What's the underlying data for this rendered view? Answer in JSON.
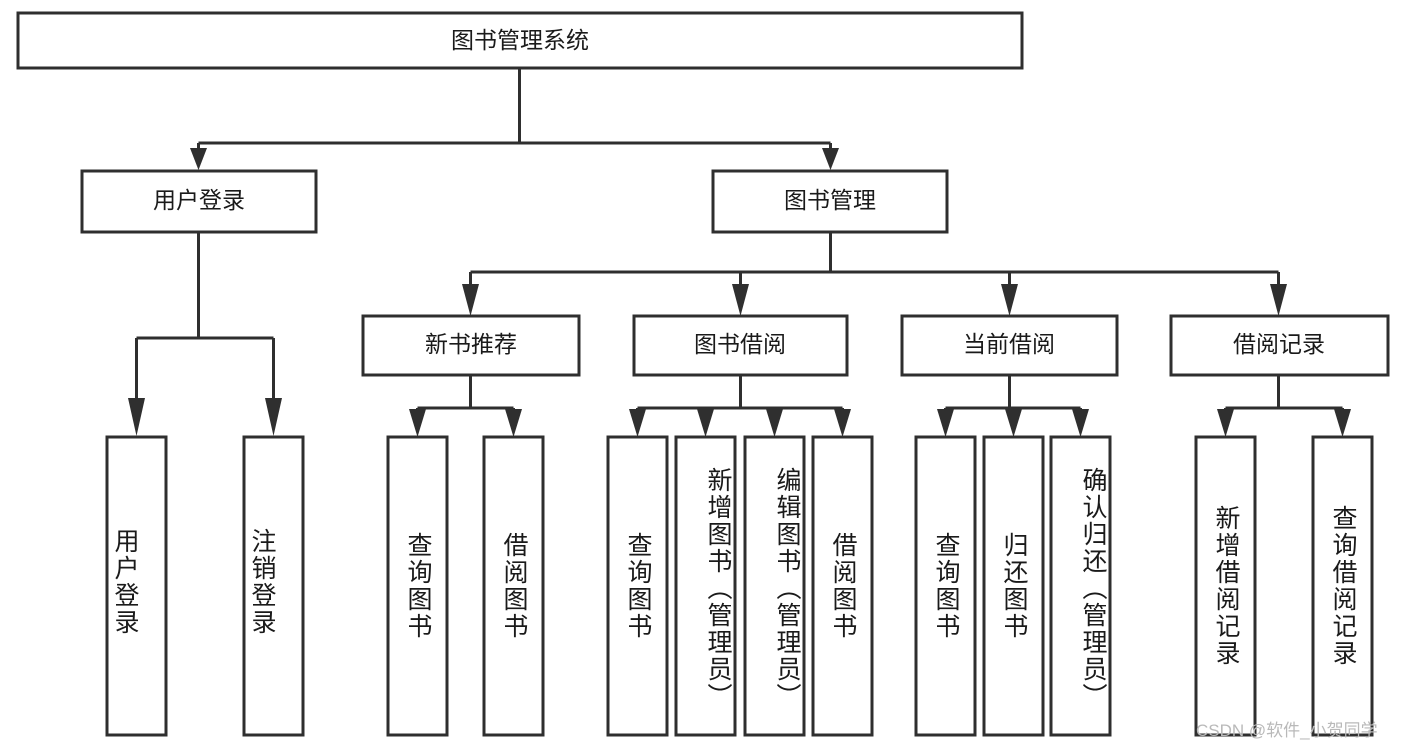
{
  "diagram": {
    "title": "图书管理系统",
    "type": "tree-hierarchy-diagram",
    "colors": {
      "stroke": "#2f2f2f",
      "fill": "#ffffff",
      "text": "#1a1a1a",
      "watermark": "#b9b9b9"
    },
    "root": {
      "label": "图书管理系统"
    },
    "level2": [
      {
        "label": "用户登录"
      },
      {
        "label": "图书管理"
      }
    ],
    "level3": [
      {
        "label": "新书推荐"
      },
      {
        "label": "图书借阅"
      },
      {
        "label": "当前借阅"
      },
      {
        "label": "借阅记录"
      }
    ],
    "leaves": {
      "user_login": [
        {
          "label": "用户登录"
        },
        {
          "label": "注销登录"
        }
      ],
      "new_book_recommend": [
        {
          "label": "查询图书"
        },
        {
          "label": "借阅图书"
        }
      ],
      "book_borrow": [
        {
          "label": "查询图书"
        },
        {
          "label": "新增图书（管理员）"
        },
        {
          "label": "编辑图书（管理员）"
        },
        {
          "label": "借阅图书"
        }
      ],
      "current_borrow": [
        {
          "label": "查询图书"
        },
        {
          "label": "归还图书"
        },
        {
          "label": "确认归还（管理员）"
        }
      ],
      "borrow_records": [
        {
          "label": "新增借阅记录"
        },
        {
          "label": "查询借阅记录"
        }
      ]
    }
  },
  "watermark": {
    "text": "CSDN @软件_小贺同学"
  }
}
